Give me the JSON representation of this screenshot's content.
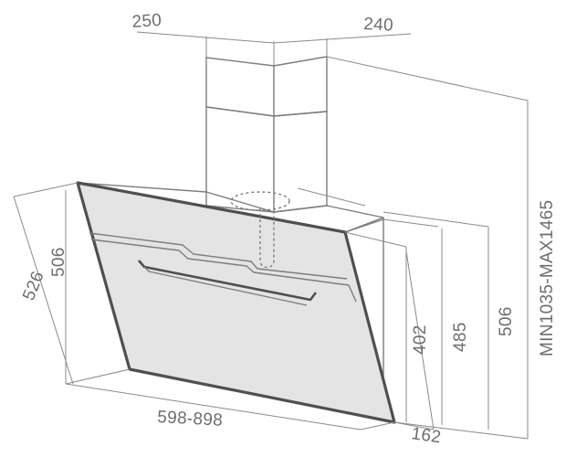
{
  "diagram": {
    "dimensions": {
      "duct_depth": "250",
      "duct_width": "240",
      "total_height_range": "MIN1035-MAX1465",
      "height_506_right": "506",
      "height_485": "485",
      "height_402": "402",
      "width_range": "598-898",
      "depth_162": "162",
      "side_height_506": "506",
      "side_diagonal_526": "526"
    },
    "colors": {
      "line": "#7d7d7d",
      "panel_edge": "#4f4f4f",
      "panel_fill": "#e4e4e4",
      "text": "#6e6e6e"
    }
  }
}
